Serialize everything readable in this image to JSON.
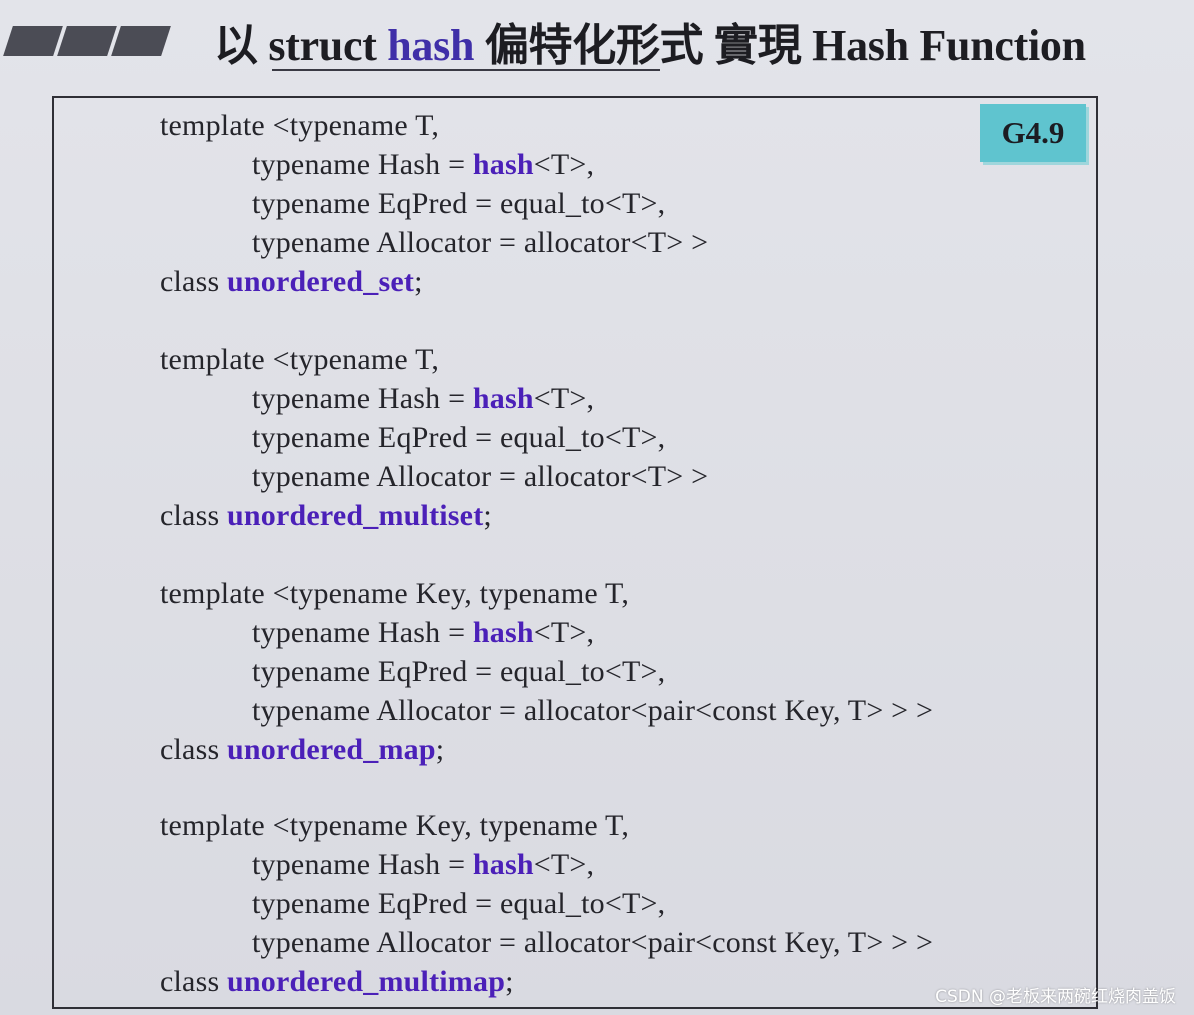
{
  "header": {
    "title_prefix": "以 ",
    "title_struct": "struct ",
    "title_hash": "hash",
    "title_middle": " 偏特化形式 實現 ",
    "title_suffix": "Hash Function"
  },
  "badge": "G4.9",
  "blocks": [
    {
      "lines": [
        {
          "text": "template <typename T,"
        },
        {
          "prefix": "typename Hash = ",
          "accent": "hash",
          "suffix": "<T>,"
        },
        {
          "text": "typename EqPred = equal_to<T>,"
        },
        {
          "text": "typename Allocator = allocator<T> >"
        },
        {
          "prefix": "class ",
          "accent": "unordered_set",
          "suffix": ";"
        }
      ]
    },
    {
      "lines": [
        {
          "text": "template <typename T,"
        },
        {
          "prefix": "typename Hash = ",
          "accent": "hash",
          "suffix": "<T>,"
        },
        {
          "text": "typename EqPred = equal_to<T>,"
        },
        {
          "text": "typename Allocator = allocator<T> >"
        },
        {
          "prefix": "class ",
          "accent": "unordered_multiset",
          "suffix": ";"
        }
      ]
    },
    {
      "lines": [
        {
          "text": "template <typename Key, typename T,"
        },
        {
          "prefix": "typename Hash = ",
          "accent": "hash",
          "suffix": "<T>,"
        },
        {
          "text": "typename EqPred = equal_to<T>,"
        },
        {
          "text": "typename Allocator = allocator<pair<const Key, T> > >"
        },
        {
          "prefix": "class ",
          "accent": "unordered_map",
          "suffix": ";"
        }
      ]
    },
    {
      "lines": [
        {
          "text": "template <typename Key, typename T,"
        },
        {
          "prefix": "typename Hash = ",
          "accent": "hash",
          "suffix": "<T>,"
        },
        {
          "text": "typename EqPred = equal_to<T>,"
        },
        {
          "text": "typename Allocator = allocator<pair<const Key, T> > >"
        },
        {
          "prefix": "class ",
          "accent": "unordered_multimap",
          "suffix": ";"
        }
      ]
    }
  ],
  "watermark": "CSDN @老板来两碗红烧肉盖饭",
  "colors": {
    "accent": "#4b20b8",
    "badge_bg": "#5fc4cf",
    "deco_bars": "#4b4c55"
  }
}
